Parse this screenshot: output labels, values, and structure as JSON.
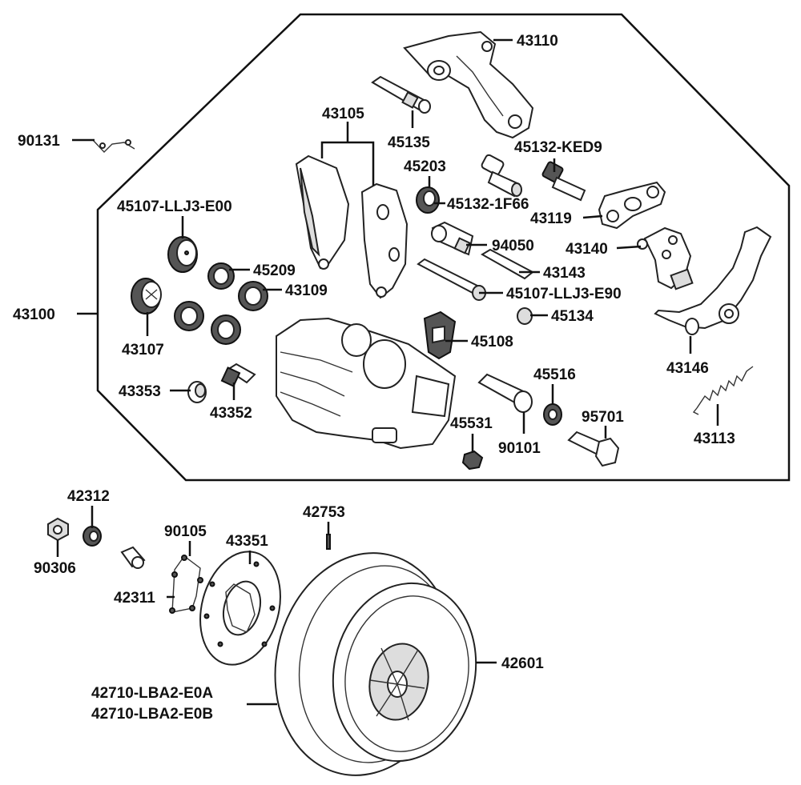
{
  "labels": {
    "p43110": "43110",
    "p90131": "90131",
    "p43105": "43105",
    "p45135": "45135",
    "p45132_ked9": "45132-KED9",
    "p45203": "45203",
    "p45107_e00": "45107-LLJ3-E00",
    "p45132_1f66": "45132-1F66",
    "p43119": "43119",
    "p94050": "94050",
    "p43140": "43140",
    "p45209": "45209",
    "p43143": "43143",
    "p43109": "43109",
    "p45107_e90": "45107-LLJ3-E90",
    "p43100": "43100",
    "p45134": "45134",
    "p43107": "43107",
    "p45108": "45108",
    "p43146": "43146",
    "p45516": "45516",
    "p43353": "43353",
    "p43352": "43352",
    "p45531": "45531",
    "p95701": "95701",
    "p90101": "90101",
    "p43113": "43113",
    "p42312": "42312",
    "p42753": "42753",
    "p90105": "90105",
    "p43351": "43351",
    "p90306": "90306",
    "p42311": "42311",
    "p42601": "42601",
    "p42710_a": "42710-LBA2-E0A",
    "p42710_b": "42710-LBA2-E0B"
  },
  "colors": {
    "line": "#111111",
    "background": "#ffffff"
  }
}
